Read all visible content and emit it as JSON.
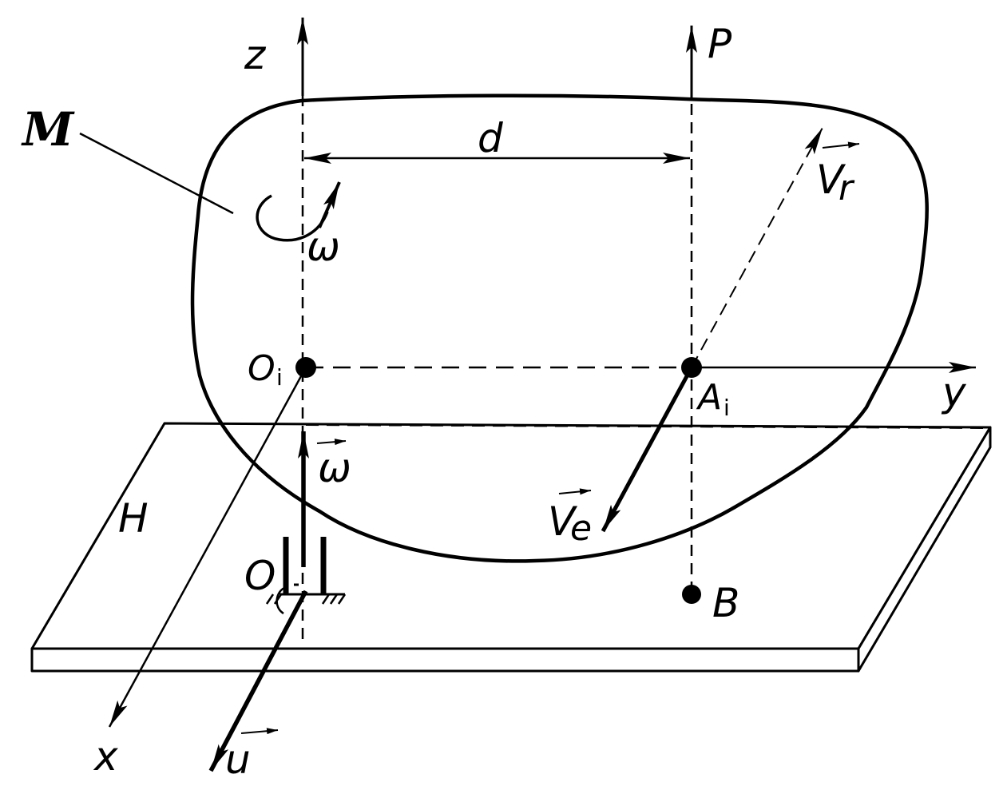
{
  "labels": {
    "z": "z",
    "P": "P",
    "M": "M",
    "d": "d",
    "vr": "V",
    "vr_sub": "r",
    "omega_rot": "ω",
    "O1": "O",
    "O1_sub": "i",
    "A1": "A",
    "A1_sub": "i",
    "y": "y",
    "omega_vec": "ω",
    "H": "H",
    "ve": "V",
    "ve_sub": "e",
    "O": "O",
    "B": "B",
    "x": "x",
    "u": "u"
  },
  "colors": {
    "ink": "#000000",
    "background": "#ffffff"
  }
}
